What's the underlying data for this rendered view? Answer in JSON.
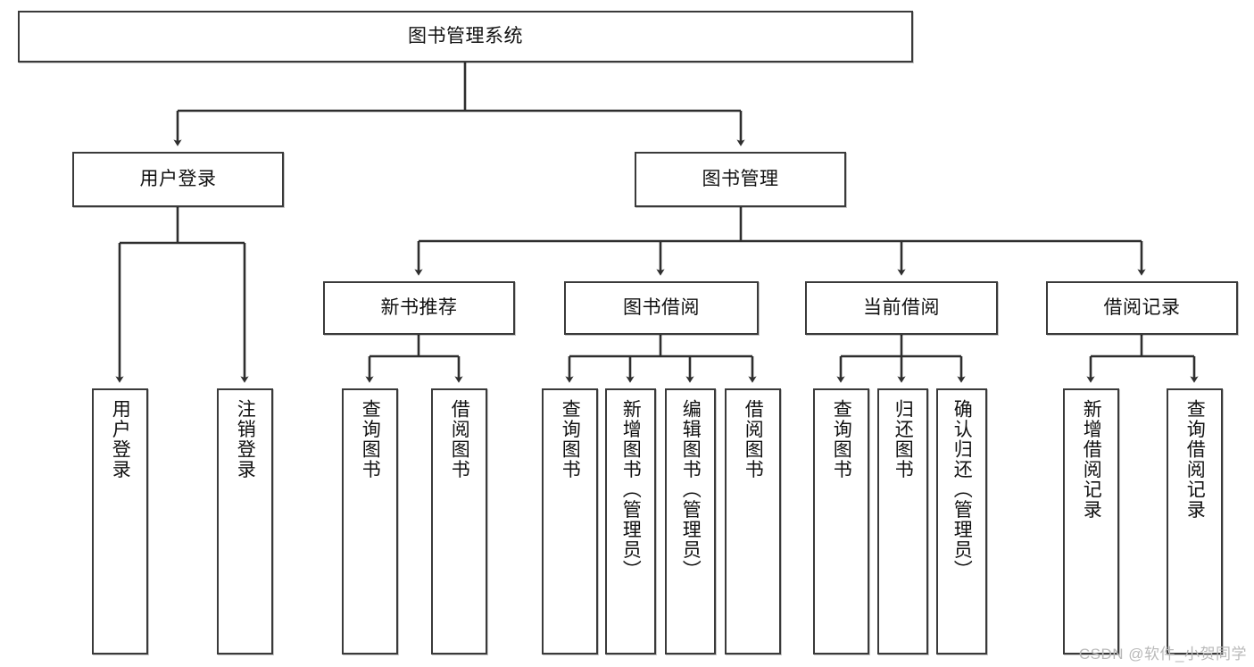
{
  "diagram": {
    "title": "图书管理系统",
    "type": "hierarchy-tree",
    "root": {
      "id": "root",
      "label": "图书管理系统"
    },
    "level2": [
      {
        "id": "user-login",
        "label": "用户登录"
      },
      {
        "id": "book-manage",
        "label": "图书管理"
      }
    ],
    "level3": [
      {
        "id": "new-book-recommend",
        "label": "新书推荐"
      },
      {
        "id": "book-borrow",
        "label": "图书借阅"
      },
      {
        "id": "current-borrow",
        "label": "当前借阅"
      },
      {
        "id": "borrow-record",
        "label": "借阅记录"
      }
    ],
    "leaves": {
      "user_login": [
        {
          "id": "leaf-user-login",
          "label": "用户登录"
        },
        {
          "id": "leaf-logout-login",
          "label": "注销登录"
        }
      ],
      "new_book_recommend": [
        {
          "id": "leaf-query-book-1",
          "label": "查询图书"
        },
        {
          "id": "leaf-borrow-book-1",
          "label": "借阅图书"
        }
      ],
      "book_borrow": [
        {
          "id": "leaf-query-book-2",
          "label": "查询图书"
        },
        {
          "id": "leaf-add-book",
          "label": "新增图书（管理员）"
        },
        {
          "id": "leaf-edit-book",
          "label": "编辑图书（管理员）"
        },
        {
          "id": "leaf-borrow-book-2",
          "label": "借阅图书"
        }
      ],
      "current_borrow": [
        {
          "id": "leaf-query-book-3",
          "label": "查询图书"
        },
        {
          "id": "leaf-return-book",
          "label": "归还图书"
        },
        {
          "id": "leaf-confirm-return",
          "label": "确认归还（管理员）"
        }
      ],
      "borrow_record": [
        {
          "id": "leaf-add-record",
          "label": "新增借阅记录"
        },
        {
          "id": "leaf-query-record",
          "label": "查询借阅记录"
        }
      ]
    },
    "colors": {
      "border": "#3a3a3a",
      "fill": "#ffffff",
      "text": "#111111",
      "watermark": "#b9b9b9"
    }
  },
  "watermark": {
    "text": "CSDN @软件_小贺同学"
  }
}
